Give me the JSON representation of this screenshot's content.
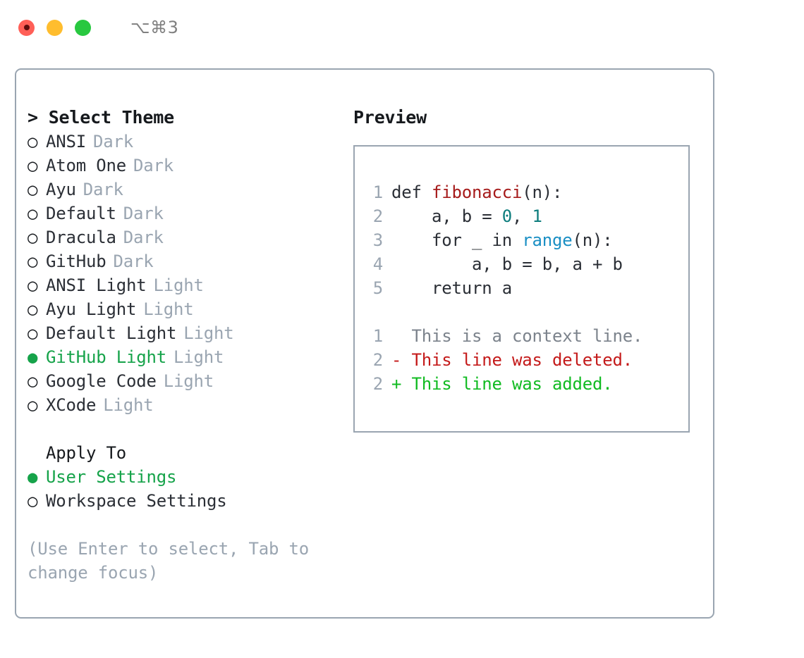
{
  "titlebar": {
    "shortcut": "⌥⌘3",
    "lights": [
      {
        "name": "close",
        "color": "#ff5f57"
      },
      {
        "name": "minimize",
        "color": "#ffbd2e"
      },
      {
        "name": "maximize",
        "color": "#28c840"
      }
    ]
  },
  "colors": {
    "accent_green": "#16a34a",
    "muted": "#9aa5b1",
    "border": "#9aa5b1",
    "text": "#2b2f36",
    "diff_add": "#11bb22",
    "diff_del": "#c41a1a",
    "syntax_function": "#a61b1b",
    "syntax_number": "#0d7d7d",
    "syntax_builtin": "#1a8fc4"
  },
  "theme_section": {
    "header": "> Select Theme",
    "marker_unselected": "○",
    "marker_selected": "●",
    "items": [
      {
        "marker": "○",
        "label": "ANSI",
        "tag": "Dark",
        "selected": false
      },
      {
        "marker": "○",
        "label": "Atom One",
        "tag": "Dark",
        "selected": false
      },
      {
        "marker": "○",
        "label": "Ayu",
        "tag": "Dark",
        "selected": false
      },
      {
        "marker": "○",
        "label": "Default",
        "tag": "Dark",
        "selected": false
      },
      {
        "marker": "○",
        "label": "Dracula",
        "tag": "Dark",
        "selected": false
      },
      {
        "marker": "○",
        "label": "GitHub",
        "tag": "Dark",
        "selected": false
      },
      {
        "marker": "○",
        "label": "ANSI Light",
        "tag": "Light",
        "selected": false
      },
      {
        "marker": "○",
        "label": "Ayu Light",
        "tag": "Light",
        "selected": false
      },
      {
        "marker": "○",
        "label": "Default Light",
        "tag": "Light",
        "selected": false
      },
      {
        "marker": "●",
        "label": "GitHub Light",
        "tag": "Light",
        "selected": true
      },
      {
        "marker": "○",
        "label": "Google Code",
        "tag": "Light",
        "selected": false
      },
      {
        "marker": "○",
        "label": "XCode",
        "tag": "Light",
        "selected": false
      }
    ]
  },
  "apply_section": {
    "header": "Apply To",
    "items": [
      {
        "marker": "●",
        "label": "User Settings",
        "selected": true
      },
      {
        "marker": "○",
        "label": "Workspace Settings",
        "selected": false
      }
    ]
  },
  "hint": "(Use Enter to select, Tab to change focus)",
  "preview": {
    "title": "Preview",
    "code_lines": [
      {
        "lineno": "1",
        "tokens": [
          {
            "text": "def ",
            "type": "plain"
          },
          {
            "text": "fibonacci",
            "type": "function"
          },
          {
            "text": "(n):",
            "type": "plain"
          }
        ]
      },
      {
        "lineno": "2",
        "tokens": [
          {
            "text": "    a, b = ",
            "type": "plain"
          },
          {
            "text": "0",
            "type": "number"
          },
          {
            "text": ", ",
            "type": "plain"
          },
          {
            "text": "1",
            "type": "number"
          }
        ]
      },
      {
        "lineno": "3",
        "tokens": [
          {
            "text": "    for _ in ",
            "type": "plain"
          },
          {
            "text": "range",
            "type": "builtin"
          },
          {
            "text": "(n):",
            "type": "plain"
          }
        ]
      },
      {
        "lineno": "4",
        "tokens": [
          {
            "text": "        a, b = b, a + b",
            "type": "plain"
          }
        ]
      },
      {
        "lineno": "5",
        "tokens": [
          {
            "text": "    return a",
            "type": "plain"
          }
        ]
      }
    ],
    "diff_lines": [
      {
        "lineno": "1",
        "kind": "context",
        "text": "  This is a context line."
      },
      {
        "lineno": "2",
        "kind": "deleted",
        "text": "- This line was deleted."
      },
      {
        "lineno": "2",
        "kind": "added",
        "text": "+ This line was added."
      }
    ]
  }
}
